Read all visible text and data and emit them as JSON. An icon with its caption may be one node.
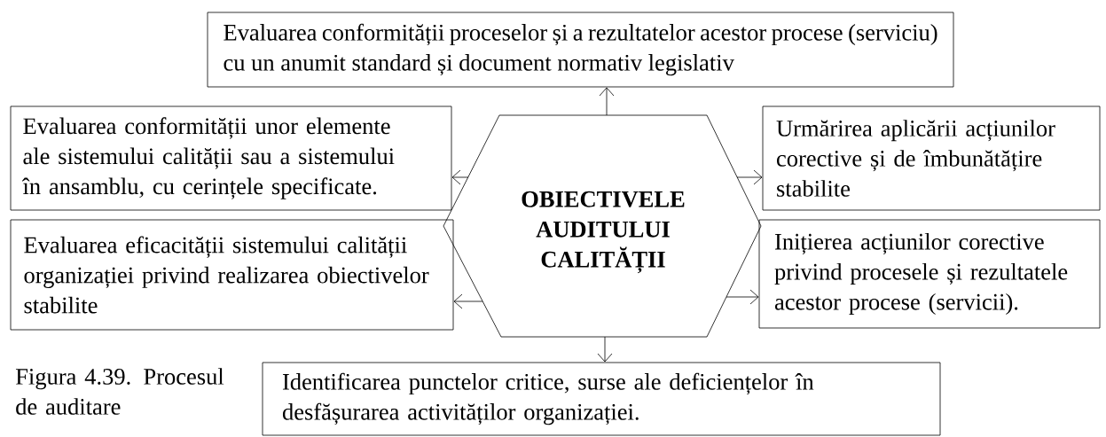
{
  "diagram": {
    "caption": "Figura 4.39. Procesul de auditare",
    "nodes": [
      {
        "text": [
          "Evaluarea conformității proceselor și a rezultatelor acestor procese (serviciu) cu un anumit standard și document normativ legislativ"
        ]
      },
      {
        "text": [
          "Evaluarea conformității unor elemente ale sistemului calității sau a sistemului în ansamblu, cu cerințele specificate."
        ]
      },
      {
        "text": [
          "OBIECTIVELE AUDITULUI CALITĂȚII"
        ]
      },
      {
        "text": [
          "Urmărirea aplicării acțiunilor corective și de îmbunătățire stabilite"
        ]
      },
      {
        "text": [
          "Evaluarea eficacității sistemului calității organizației privind realizarea obiectivelor stabilite"
        ]
      },
      {
        "text": [
          "Inițierea acțiunilor corective privind procesele și rezultatele acestor procese (servicii)."
        ]
      },
      {
        "text": [
          "Identificarea punctelor critice, surse ale deficiențelor în desfășurarea activităților organizației."
        ]
      }
    ],
    "edges": [
      {
        "from": 2,
        "to": 0,
        "arrow": "to"
      },
      {
        "from": 2,
        "to": 1,
        "arrow": "to"
      },
      {
        "from": 2,
        "to": 3,
        "arrow": "to"
      },
      {
        "from": 2,
        "to": 4,
        "arrow": "to"
      },
      {
        "from": 2,
        "to": 5,
        "arrow": "to"
      },
      {
        "from": 2,
        "to": 6,
        "arrow": "to"
      }
    ]
  }
}
